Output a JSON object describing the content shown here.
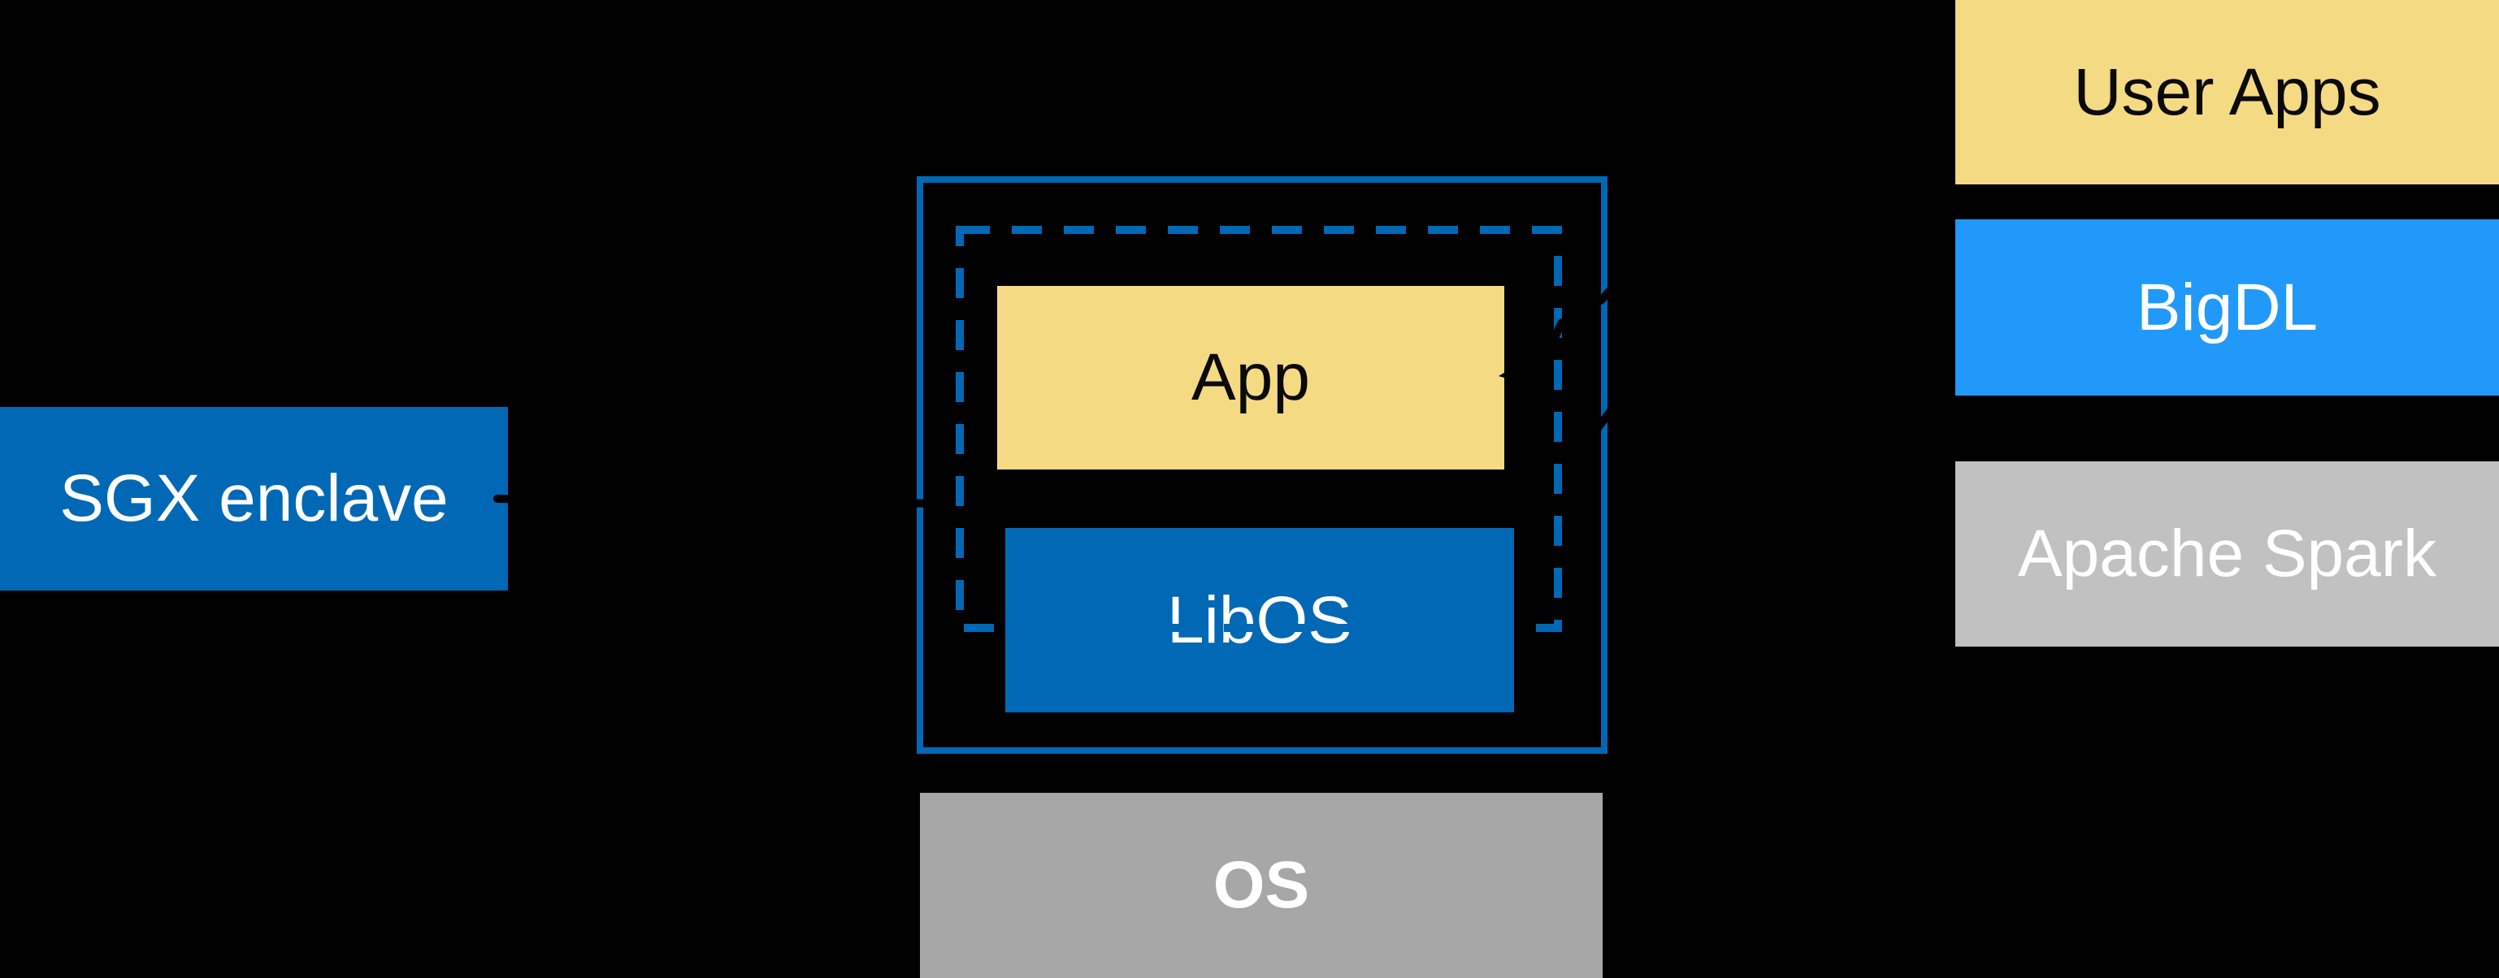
{
  "colors": {
    "background": "#000000",
    "intel_blue": "#0068B5",
    "bright_blue": "#2099FA",
    "warm_yellow": "#F5DA84",
    "light_gray": "#C1C1C1",
    "medium_gray": "#A7A7A7",
    "black_ink": "#000000",
    "white_text": "#FFFFFF",
    "dark_text": "#0A0A0A"
  },
  "sgx": {
    "label": "SGX enclave"
  },
  "enclave": {
    "app": {
      "label": "App"
    },
    "libos": {
      "label": "LibOS"
    }
  },
  "os": {
    "label": "OS"
  },
  "stack": {
    "items": [
      {
        "id": "user-apps",
        "label": "User Apps"
      },
      {
        "id": "bigdl",
        "label": "BigDL"
      },
      {
        "id": "apache-spark",
        "label": "Apache Spark"
      }
    ]
  },
  "connectors": {
    "sgx_pointer": "sgx-enclave-to-boundary-arrow",
    "to_app": "arrow-into-app-box",
    "to_enclave": "arrow-into-enclave-boundary"
  }
}
